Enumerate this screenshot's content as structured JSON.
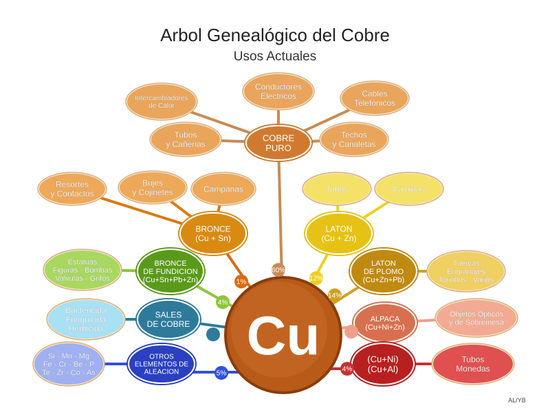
{
  "title": "Arbol Genealógico del Cobre",
  "subtitle": "Usos Actuales",
  "credit": "AL/YB",
  "center": {
    "label": "Cu"
  },
  "colors": {
    "copper": "#b85a18",
    "cobre_puro": "#d07a30",
    "bronce": "#d98a10",
    "laton": "#e6c214",
    "fundicion": "#5a9a1a",
    "sales": "#2e7a9a",
    "otros": "#2a40c0",
    "laton_plomo": "#c08a10",
    "alpaca": "#d87050",
    "cuni": "#b82020"
  },
  "nodes": {
    "intercambiadores": [
      "Intercambiadores",
      "de Calor"
    ],
    "conductores": [
      "Conductores",
      "Eléctricos"
    ],
    "cables": [
      "Cables",
      "Telefónicos"
    ],
    "tubos_canerias": [
      "Tubos",
      "y Cañerias"
    ],
    "techos": [
      "Techos",
      "y Canaletas"
    ],
    "cobre_puro": [
      "COBRE",
      "PURO"
    ],
    "resortes": [
      "Resortes",
      "y Contactos"
    ],
    "bujes": [
      "Bujes",
      "y Cojinetes"
    ],
    "campanas": [
      "Campanas"
    ],
    "bronce": [
      "BRONCE",
      "(Cu + Sn)"
    ],
    "tubos_laton": [
      "Tubos"
    ],
    "laminas": [
      "Láminas"
    ],
    "laton": [
      "LATON",
      "(Cu + Zn)"
    ],
    "estatuas": [
      "Estatuas",
      "Figuras - Bombas",
      "Valvulas - Grifos"
    ],
    "bronce_fundicion": [
      "BRONCE",
      "DE FUNDICION",
      "(Cu+Sn+Pb+Zn)"
    ],
    "bactericida": [
      "Bactericida",
      "Funguicida",
      "Herbicida"
    ],
    "sales": [
      "SALES",
      "DE COBRE"
    ],
    "elementos": [
      "Si - Mn - Mg",
      "Fe - Cr - Be - P",
      "Te - Zr - Co - As"
    ],
    "otros": [
      "OTROS",
      "ELEMENTOS DE",
      "ALEACION"
    ],
    "laton_plomo": [
      "LATON",
      "DE PLOMO",
      "(Cu+Zn+Pb)"
    ],
    "tuercas": [
      "Tuercas",
      "Engranajes",
      "Tornillos - Varios"
    ],
    "alpaca": [
      "ALPACA",
      "(Cu+Ni+Zn)"
    ],
    "objetos": [
      "Objetos Opticos",
      "y de Sobremesa"
    ],
    "cuni": [
      "(Cu+Ni)",
      "(Cu+Al)"
    ],
    "tubos_monedas": [
      "Tubos",
      "Monedas"
    ]
  },
  "percentages": {
    "cobre_puro": "60%",
    "bronce": "1%",
    "laton": "12%",
    "bronce_fundicion": "4%",
    "laton_plomo": "14%",
    "otros": "5%",
    "cuni": "4%"
  }
}
